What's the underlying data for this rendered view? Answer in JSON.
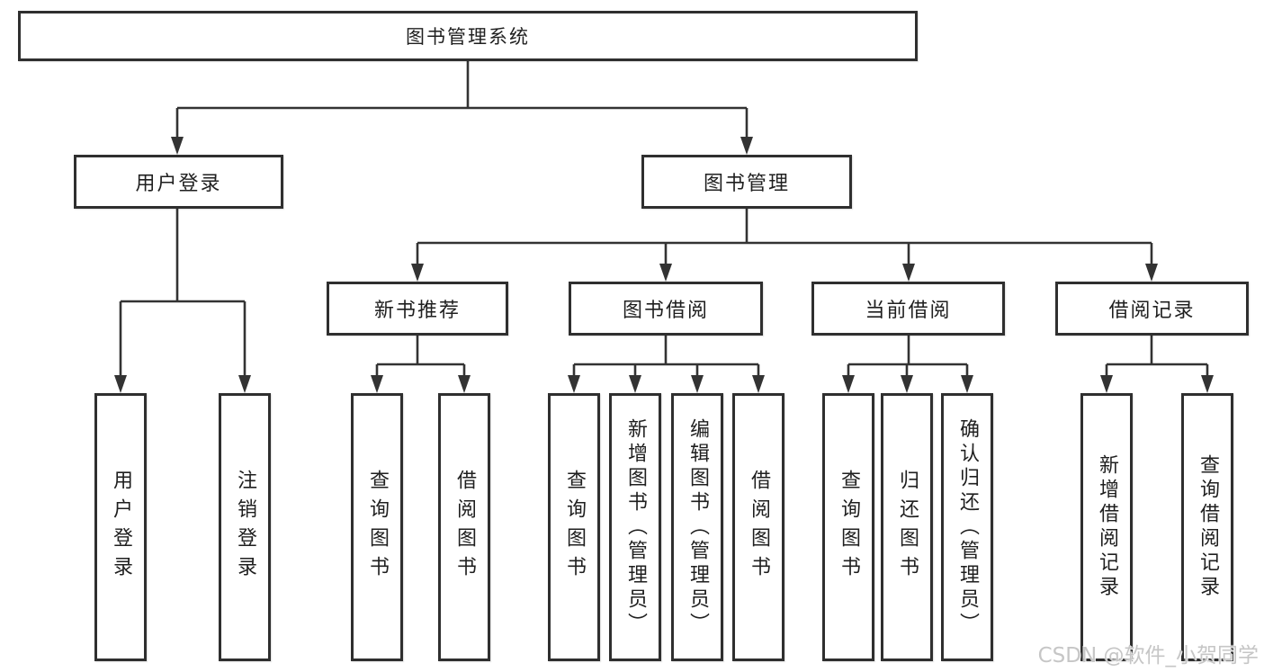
{
  "tree": {
    "label": "图书管理系统",
    "children": [
      {
        "label": "用户登录",
        "children": [
          {
            "label": "用户登录"
          },
          {
            "label": "注销登录"
          }
        ]
      },
      {
        "label": "图书管理",
        "children": [
          {
            "label": "新书推荐",
            "children": [
              {
                "label": "查询图书"
              },
              {
                "label": "借阅图书"
              }
            ]
          },
          {
            "label": "图书借阅",
            "children": [
              {
                "label": "查询图书"
              },
              {
                "label": "新增图书（管理员）"
              },
              {
                "label": "编辑图书（管理员）"
              },
              {
                "label": "借阅图书"
              }
            ]
          },
          {
            "label": "当前借阅",
            "children": [
              {
                "label": "查询图书"
              },
              {
                "label": "归还图书"
              },
              {
                "label": "确认归还（管理员）"
              }
            ]
          },
          {
            "label": "借阅记录",
            "children": [
              {
                "label": "新增借阅记录"
              },
              {
                "label": "查询借阅记录"
              }
            ]
          }
        ]
      }
    ]
  },
  "watermark": "CSDN @软件_小贺同学",
  "colors": {
    "line": "#333333",
    "box_border": "#2f2f2f",
    "text": "#1f1f1f",
    "background": "#ffffff",
    "watermark": "#c6c6c6"
  }
}
